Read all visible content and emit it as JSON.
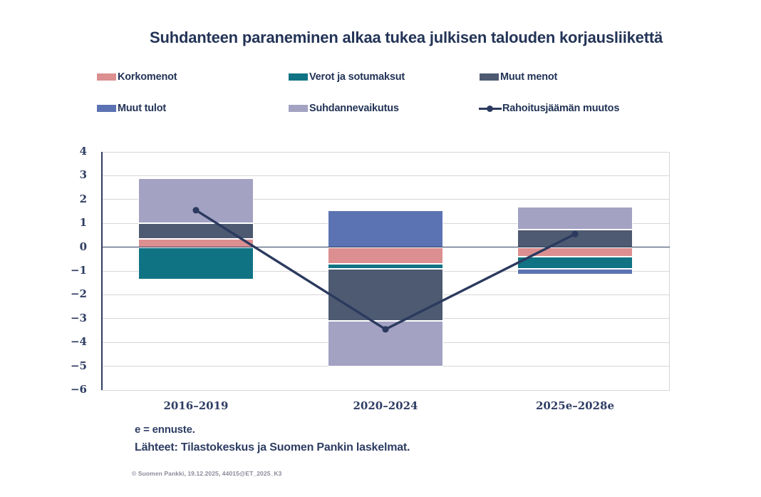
{
  "title": "Suhdanteen paraneminen alkaa tukea julkisen talouden korjausliikettä",
  "footer": {
    "note": "e = ennuste.",
    "sources": "Lähteet: Tilastokeskus ja Suomen Pankin laskelmat.",
    "copyright": "© Suomen Pankki, 19.12.2025, 44015@ET_2025_K3"
  },
  "colors": {
    "text": "#233457",
    "grid": "#D6D6D6",
    "axis": "#2F3E60",
    "line": "#2B3A5E"
  },
  "chart_data": {
    "type": "bar",
    "subtype": "stacked-bar-with-line",
    "categories": [
      "2016–2019",
      "2020–2024",
      "2025e–2028e"
    ],
    "series": [
      {
        "name": "Korkomenot",
        "color": "#DC8F90",
        "values": [
          0.35,
          -0.7,
          -0.4
        ]
      },
      {
        "name": "Verot ja sotumaksut",
        "color": "#0F7384",
        "values": [
          -1.35,
          -0.2,
          -0.5
        ]
      },
      {
        "name": "Muut menot",
        "color": "#4D5A71",
        "values": [
          0.65,
          -2.2,
          0.75
        ]
      },
      {
        "name": "Muut tulot",
        "color": "#5C73B3",
        "values": [
          0.0,
          1.55,
          -0.25
        ]
      },
      {
        "name": "Suhdannevaikutus",
        "color": "#A3A2C3",
        "values": [
          1.9,
          -1.9,
          0.95
        ]
      }
    ],
    "line_series": {
      "name": "Rahoitusjäämän muutos",
      "color": "#2B3A5E",
      "values": [
        1.55,
        -3.45,
        0.55
      ]
    },
    "ylim": [
      -6,
      4
    ],
    "y_ticks": [
      4,
      3,
      2,
      1,
      0,
      -1,
      -2,
      -3,
      -4,
      -5,
      -6
    ],
    "grid": true,
    "legend_position": "top",
    "title": "Suhdanteen paraneminen alkaa tukea julkisen talouden korjausliikettä",
    "xlabel": "",
    "ylabel": ""
  }
}
